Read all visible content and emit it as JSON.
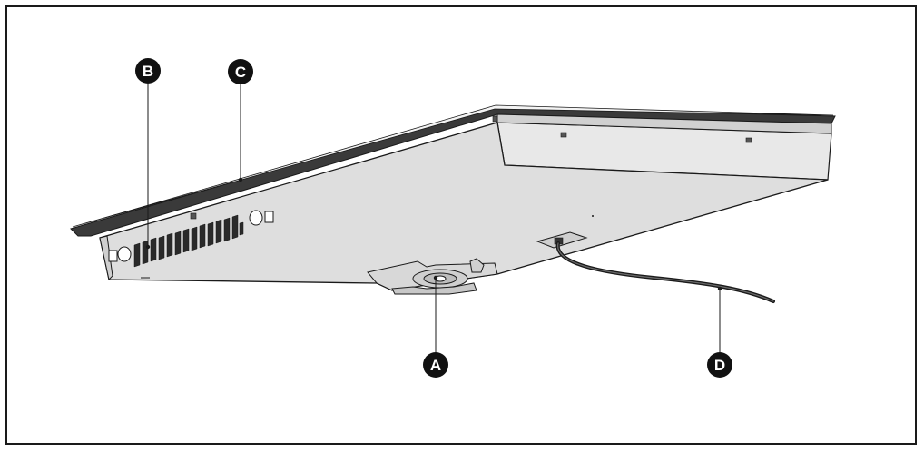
{
  "diagram": {
    "callouts": [
      {
        "id": "A",
        "letter": "A",
        "part": "cooling-fan"
      },
      {
        "id": "B",
        "letter": "B",
        "part": "ventilation-slots"
      },
      {
        "id": "C",
        "letter": "C",
        "part": "glass-ceramic-edge"
      },
      {
        "id": "D",
        "letter": "D",
        "part": "power-cable"
      }
    ],
    "colors": {
      "body_fill": "#dedede",
      "side_fill": "#e8e8e8",
      "glass_top": "#3a3a3a",
      "outline": "#1a1a1a",
      "callout_fill": "#111111",
      "callout_text": "#ffffff"
    }
  }
}
